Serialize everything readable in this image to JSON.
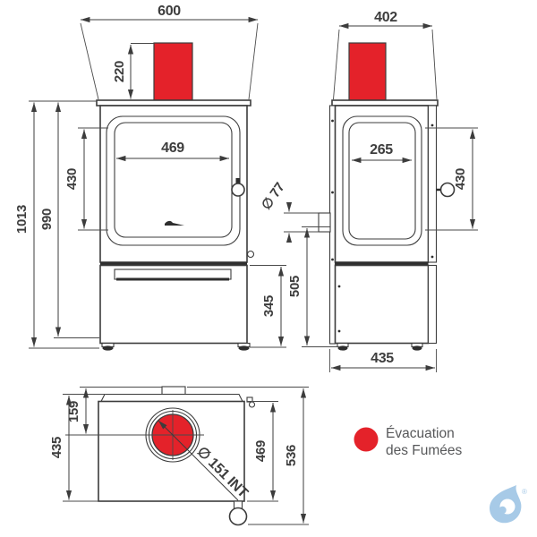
{
  "legend": {
    "line1": "Évacuation",
    "line2": "des Fumées"
  },
  "views": {
    "front": {
      "dims": {
        "width": "600",
        "flue_offset": "220",
        "glass_width": "469",
        "glass_height": "430",
        "body_height": "990",
        "total_height": "1013",
        "base_height": "345"
      }
    },
    "side": {
      "dims": {
        "depth": "402",
        "glass_width": "265",
        "glass_height": "430",
        "outlet_diameter": "∅ 77",
        "outlet_axis_height": "505",
        "base_depth": "435"
      }
    },
    "top": {
      "dims": {
        "depth": "435",
        "flue_center_offset": "159",
        "width": "469",
        "total_depth": "536",
        "flue_inner_diameter": "∅ 151 INT"
      }
    }
  },
  "logo": {
    "registered_mark": "®"
  },
  "colors": {
    "accent_red": "#e4222a",
    "line": "#3c3c3c",
    "logo_blue": "#a7cae7"
  }
}
